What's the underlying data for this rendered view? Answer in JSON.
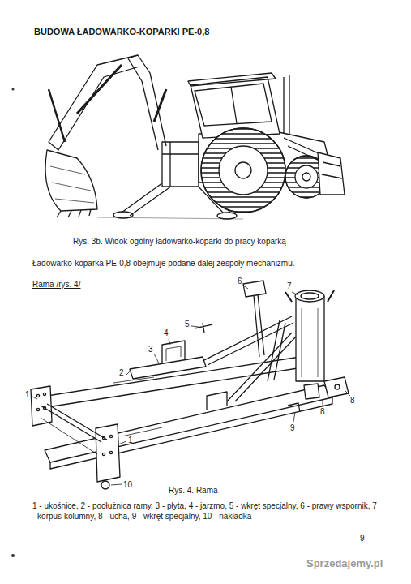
{
  "diagram": {
    "title": "BUDOWA ŁADOWARKO-KOPARKI PE-0,8",
    "caption": "Rys. 3b. Widok ogólny ładowarko-koparki do pracy koparką",
    "labels": [
      "Ładowarko-koparka PE-0,8 obejmuje podane dalej zespoły mechanizmu.",
      "Rama /rys. 4/",
      "6",
      "7",
      "5",
      "4",
      "3",
      "2",
      "1",
      "1",
      "10",
      "8",
      "8",
      "9",
      "Rys. 4. Rama",
      "1 - ukośnice, 2 - podłużnica ramy, 3 - płyta, 4 - jarzmo, 5 - wkręt specjalny, 6 - prawy wspornik, 7 - korpus kolumny, 8 - ucha, 9 - wkręt specjalny, 10 - nakładka",
      "9",
      "Sprzedajemy.pl"
    ]
  }
}
